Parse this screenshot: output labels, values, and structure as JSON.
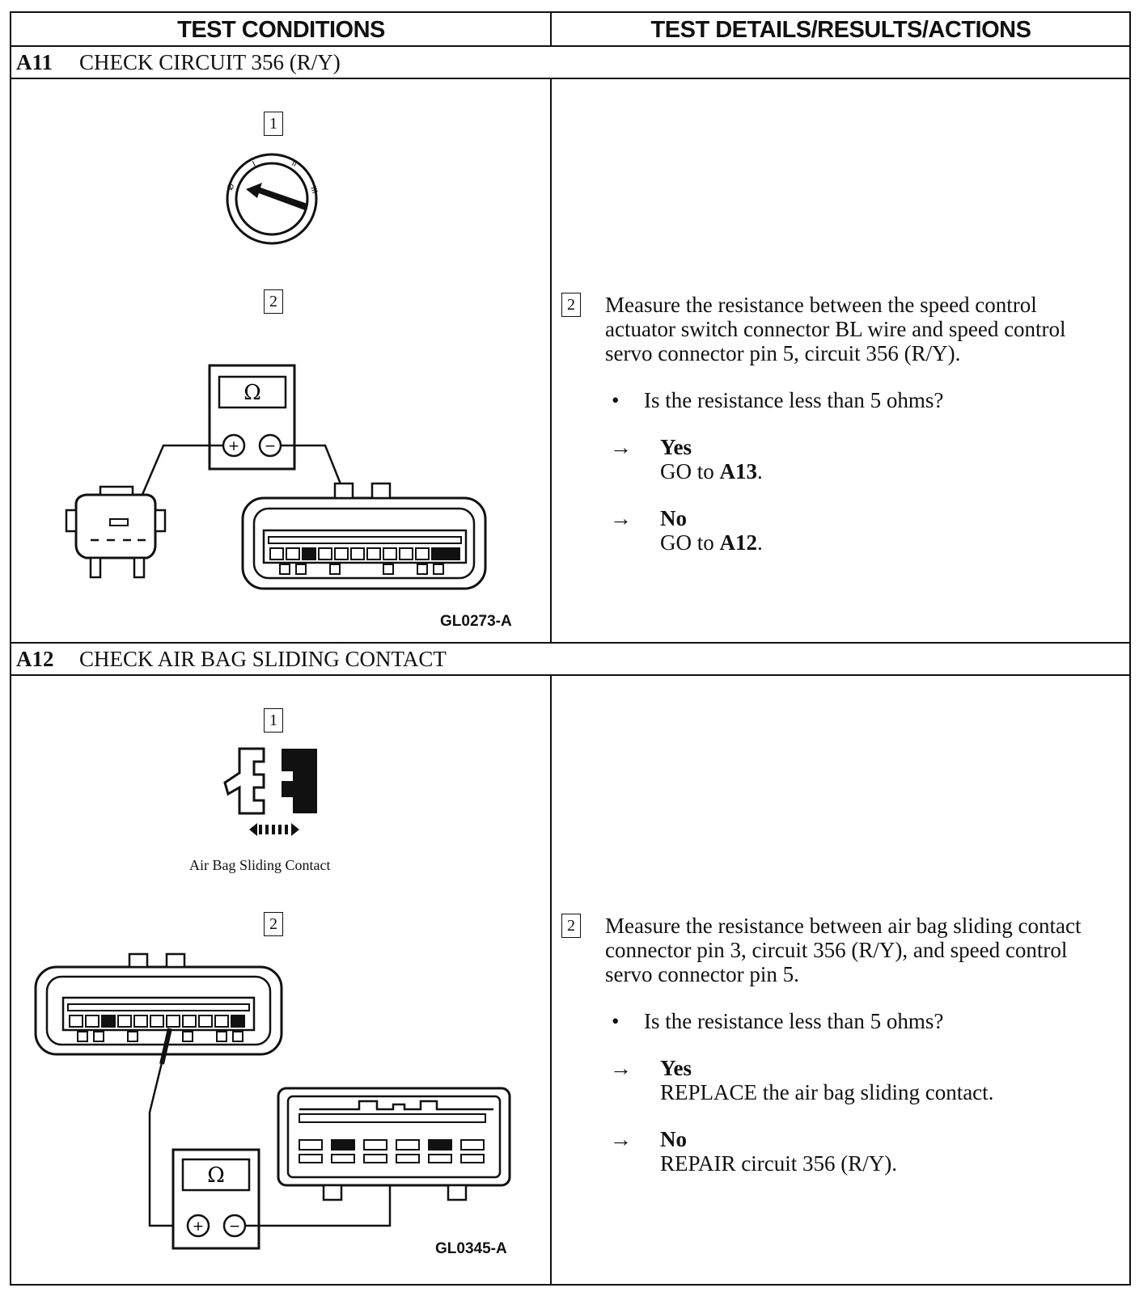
{
  "headers": {
    "left": "TEST CONDITIONS",
    "right": "TEST DETAILS/RESULTS/ACTIONS"
  },
  "steps": [
    {
      "id": "A11",
      "title": "CHECK CIRCUIT 356 (R/Y)",
      "figure_steps": [
        "1",
        "2"
      ],
      "figure_code": "GL0273-A",
      "detail_step": "2",
      "detail_text": "Measure the resistance between the speed control actuator switch connector BL wire and speed control servo connector pin 5, circuit 356 (R/Y).",
      "question": "Is the resistance less than 5 ohms?",
      "results": [
        {
          "answer": "Yes",
          "action_prefix": "GO to ",
          "action_ref": "A13",
          "action_suffix": "."
        },
        {
          "answer": "No",
          "action_prefix": "GO to ",
          "action_ref": "A12",
          "action_suffix": "."
        }
      ]
    },
    {
      "id": "A12",
      "title": "CHECK AIR BAG SLIDING CONTACT",
      "figure_steps": [
        "1",
        "2"
      ],
      "figure_caption": "Air Bag Sliding Contact",
      "figure_code": "GL0345-A",
      "detail_step": "2",
      "detail_text": "Measure the resistance between air bag sliding contact connector pin 3, circuit 356 (R/Y), and speed control servo connector pin 5.",
      "question": "Is the resistance less than 5 ohms?",
      "results": [
        {
          "answer": "Yes",
          "action": "REPLACE the air bag sliding contact."
        },
        {
          "answer": "No",
          "action": "REPAIR circuit 356 (R/Y)."
        }
      ]
    }
  ],
  "symbols": {
    "bullet": "•",
    "arrow": "→",
    "ohm": "Ω",
    "plus": "+",
    "minus": "−",
    "ignition_off": "Ø",
    "ignition_i": "I",
    "ignition_ii": "II",
    "ignition_iii": "III"
  }
}
